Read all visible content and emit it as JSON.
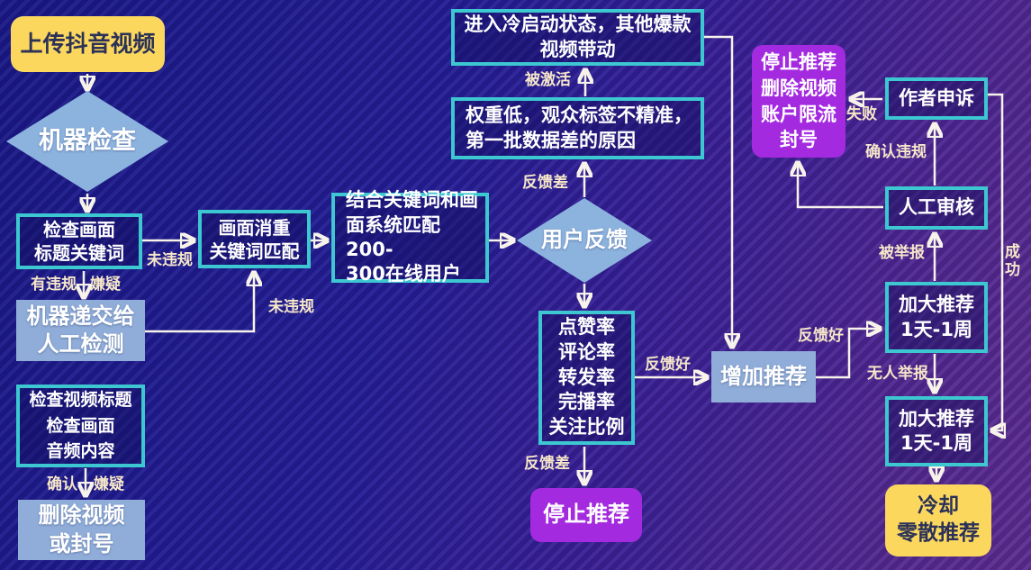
{
  "diagram": {
    "type": "flowchart",
    "nodes": {
      "upload": "上传抖音视频",
      "machine_check": "机器检查",
      "check_frame": "检查画面\n标题关键词",
      "dedup": "画面消重\n关键词匹配",
      "match_users": "结合关键词和画\n面系统匹配200-\n300在线用户",
      "user_feedback": "用户反馈",
      "weight_low": "权重低，观众标签不精准，\n第一批数据差的原因",
      "cold_start": "进入冷启动状态，其他爆款\n视频带动",
      "submit_manual": "机器递交给\n人工检测",
      "check_video": "检查视频标题\n检查画面\n音频内容",
      "delete_or_ban": "删除视频\n或封号",
      "metrics": "点赞率\n评论率\n转发率\n完播率\n关注比例",
      "stop_recommend": "停止推荐",
      "increase_recommend": "增加推荐",
      "stop_delete_limit_ban": "停止推荐\n删除视频\n账户限流\n封号",
      "author_appeal": "作者申诉",
      "manual_review": "人工审核",
      "boost_1": "加大推荐\n1天-1周",
      "boost_2": "加大推荐\n1天-1周",
      "cooldown": "冷却\n零散推荐"
    },
    "edge_labels": {
      "not_violating_1": "未违规",
      "violating": "有违规",
      "suspect_1": "嫌疑",
      "not_violating_2": "未违规",
      "confirm": "确认",
      "suspect_2": "嫌疑",
      "feedback_bad_up": "反馈差",
      "activated": "被激活",
      "feedback_good_1": "反馈好",
      "feedback_bad_down": "反馈差",
      "feedback_good_2": "反馈好",
      "no_report": "无人举报",
      "reported": "被举报",
      "confirm_violation": "确认违规",
      "fail": "失败",
      "success": "成功"
    },
    "colors": {
      "background_top_left": "#191986",
      "background_bottom_right": "#5e2d90",
      "teal_border": "#3cc7d1",
      "light_blue_fill": "#8fadd8",
      "diamond_fill": "#8cb2de",
      "purple_fill": "#a42ae0",
      "yellow_fill": "#fbd75e",
      "label_text": "#f6e7c9",
      "connector": "#f7f3ea"
    }
  }
}
